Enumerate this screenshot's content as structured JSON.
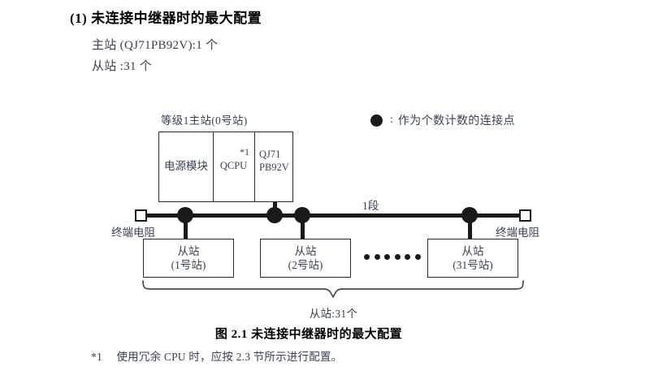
{
  "heading": {
    "title": "(1) 未连接中继器时的最大配置",
    "line_master": "主站 (QJ71PB92V):1 个",
    "line_slave": "从站 :31 个"
  },
  "legend": {
    "symbol": "filled-circle",
    "separator": ":",
    "text": "作为个数计数的连接点"
  },
  "diagram": {
    "master": {
      "caption": "等级1主站(0号站)",
      "cells": [
        {
          "label": "电源模块"
        },
        {
          "label": "QCPU",
          "note": "*1"
        },
        {
          "label": "QJ71\nPB92V",
          "line1": "QJ71",
          "line2": "PB92V"
        }
      ]
    },
    "bus": {
      "segment_label": "1段",
      "terminal_left": "终端电阻",
      "terminal_right": "终端电阻",
      "connection_dots": 4
    },
    "slaves": [
      {
        "name": "从站",
        "station": "(1号站)"
      },
      {
        "name": "从站",
        "station": "(2号站)"
      },
      {
        "name": "从站",
        "station": "(31号站)"
      }
    ],
    "ellipsis_dots": 6,
    "brace_label": "从站:31个"
  },
  "figure": {
    "caption": "图 2.1  未连接中继器时的最大配置"
  },
  "footnote": {
    "marker": "*1",
    "text": "使用冗余 CPU 时，应按 2.3 节所示进行配置。"
  },
  "colors": {
    "ink": "#1a1a1a",
    "body_text": "#3b3f52",
    "heading_text": "#000000",
    "box_border": "#2b2b2b",
    "background": "#ffffff"
  }
}
